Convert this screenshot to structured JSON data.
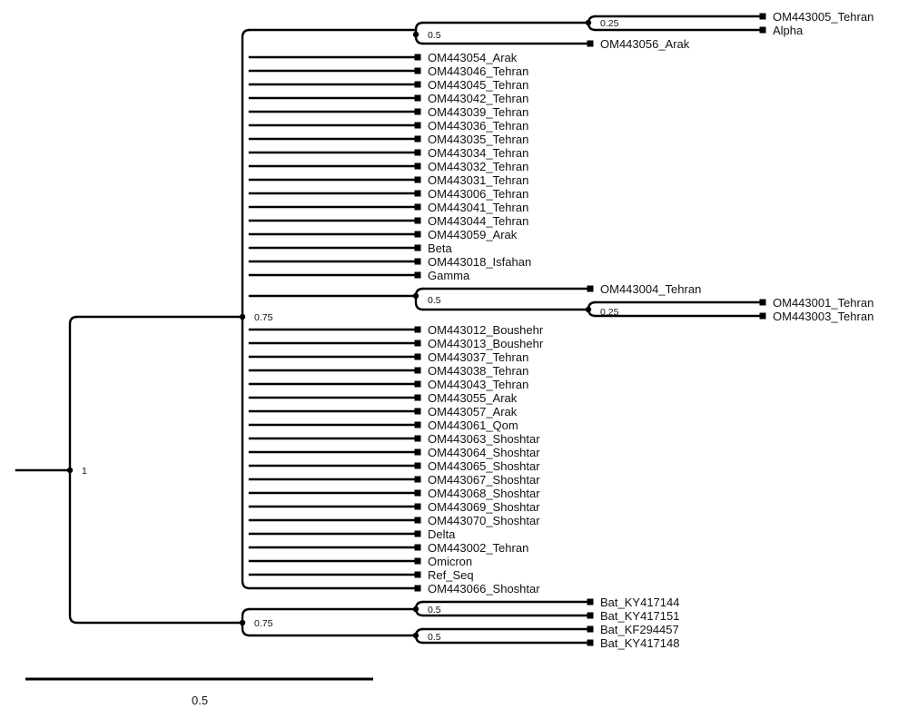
{
  "tree": {
    "leaves": [
      "OM443005_Tehran",
      "Alpha",
      "OM443056_Arak",
      "OM443054_Arak",
      "OM443046_Tehran",
      "OM443045_Tehran",
      "OM443042_Tehran",
      "OM443039_Tehran",
      "OM443036_Tehran",
      "OM443035_Tehran",
      "OM443034_Tehran",
      "OM443032_Tehran",
      "OM443031_Tehran",
      "OM443006_Tehran",
      "OM443041_Tehran",
      "OM443044_Tehran",
      "OM443059_Arak",
      "Beta",
      "OM443018_Isfahan",
      "Gamma",
      "OM443004_Tehran",
      "OM443001_Tehran",
      "OM443003_Tehran",
      "OM443012_Boushehr",
      "OM443013_Boushehr",
      "OM443037_Tehran",
      "OM443038_Tehran",
      "OM443043_Tehran",
      "OM443055_Arak",
      "OM443057_Arak",
      "OM443061_Qom",
      "OM443063_Shoshtar",
      "OM443064_Shoshtar",
      "OM443065_Shoshtar",
      "OM443067_Shoshtar",
      "OM443068_Shoshtar",
      "OM443069_Shoshtar",
      "OM443070_Shoshtar",
      "Delta",
      "OM443002_Tehran",
      "Omicron",
      "Ref_Seq",
      "OM443066_Shoshtar",
      "Bat_KY417144",
      "Bat_KY417151",
      "Bat_KF294457",
      "Bat_KY417148"
    ],
    "supports": {
      "root": "1",
      "main_clade": "0.75",
      "alpha_group": "0.5",
      "alpha_pair": "0.25",
      "om4_group": "0.5",
      "om1_pair": "0.25",
      "bat_clade": "0.75",
      "bat_pair_a": "0.5",
      "bat_pair_b": "0.5"
    }
  },
  "scale_bar": {
    "label": "0.5"
  }
}
